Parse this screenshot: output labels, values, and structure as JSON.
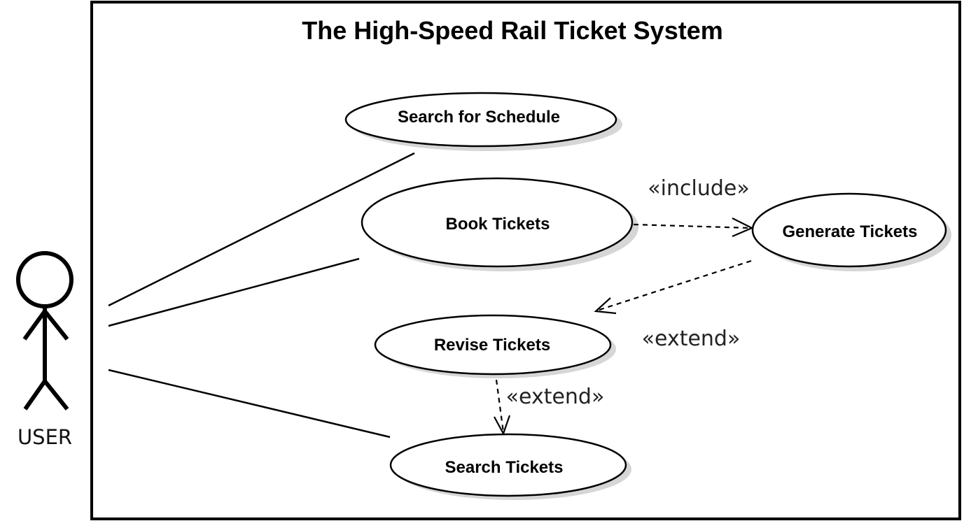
{
  "system": {
    "title": "The High-Speed Rail Ticket System"
  },
  "actor": {
    "label": "USER"
  },
  "use_cases": {
    "search_schedule": "Search for Schedule",
    "book_tickets": "Book Tickets",
    "generate_tickets": "Generate Tickets",
    "revise_tickets": "Revise Tickets",
    "search_tickets": "Search Tickets"
  },
  "relations": {
    "include_label": "«include»",
    "extend_generate_label": "«extend»",
    "extend_revise_label": "«extend»"
  }
}
